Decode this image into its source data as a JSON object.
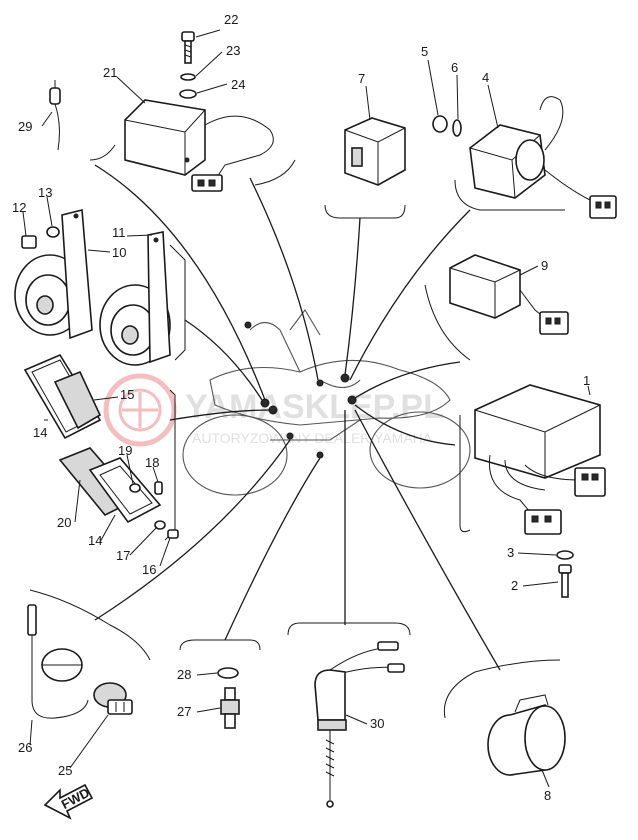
{
  "watermark": {
    "brand": "YAMASKLEP.PL",
    "tagline": "AUTORYZOWANY DEALER YAMAHA",
    "color": "#e05050"
  },
  "fwd_label": "FWD",
  "callouts": [
    {
      "id": "22",
      "label": "22"
    },
    {
      "id": "23",
      "label": "23"
    },
    {
      "id": "24",
      "label": "24"
    },
    {
      "id": "21",
      "label": "21"
    },
    {
      "id": "29",
      "label": "29"
    },
    {
      "id": "7",
      "label": "7"
    },
    {
      "id": "5",
      "label": "5"
    },
    {
      "id": "6",
      "label": "6"
    },
    {
      "id": "4",
      "label": "4"
    },
    {
      "id": "13",
      "label": "13"
    },
    {
      "id": "12",
      "label": "12"
    },
    {
      "id": "11",
      "label": "11"
    },
    {
      "id": "10",
      "label": "10"
    },
    {
      "id": "9",
      "label": "9"
    },
    {
      "id": "15",
      "label": "15"
    },
    {
      "id": "14a",
      "label": "14"
    },
    {
      "id": "1",
      "label": "1"
    },
    {
      "id": "19",
      "label": "19"
    },
    {
      "id": "18",
      "label": "18"
    },
    {
      "id": "20",
      "label": "20"
    },
    {
      "id": "14b",
      "label": "14"
    },
    {
      "id": "17",
      "label": "17"
    },
    {
      "id": "16",
      "label": "16"
    },
    {
      "id": "3",
      "label": "3"
    },
    {
      "id": "2",
      "label": "2"
    },
    {
      "id": "28",
      "label": "28"
    },
    {
      "id": "27",
      "label": "27"
    },
    {
      "id": "30",
      "label": "30"
    },
    {
      "id": "26",
      "label": "26"
    },
    {
      "id": "25",
      "label": "25"
    },
    {
      "id": "8",
      "label": "8"
    }
  ]
}
